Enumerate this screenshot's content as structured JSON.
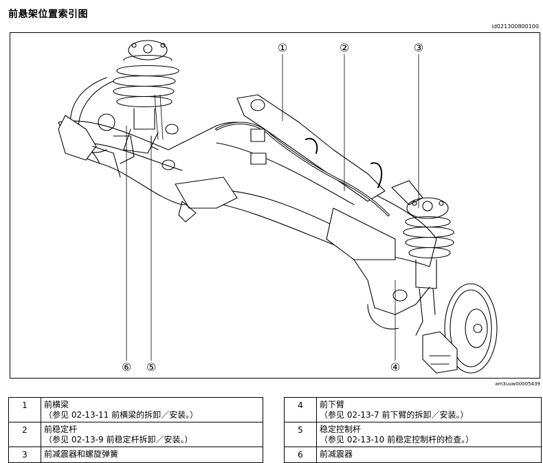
{
  "header": {
    "title": "前悬架位置索引图",
    "doc_id": "id021300800100"
  },
  "figure": {
    "image_id": "am3uuw00005439",
    "callouts": [
      "①",
      "②",
      "③",
      "④",
      "⑤",
      "⑥"
    ]
  },
  "parts": {
    "left": [
      {
        "num": "1",
        "name": "前横梁",
        "ref": "（参见 02-13-11 前横梁的拆卸／安装。）"
      },
      {
        "num": "2",
        "name": "前稳定杆",
        "ref": "（参见 02-13-9 前稳定杆拆卸／安装。）"
      },
      {
        "num": "3",
        "name": "前减震器和螺旋弹簧",
        "ref": ""
      }
    ],
    "right": [
      {
        "num": "4",
        "name": "前下臂",
        "ref": "（参见 02-13-7 前下臂的拆卸／安装。）"
      },
      {
        "num": "5",
        "name": "稳定控制杆",
        "ref": "（参见 02-13-10 前稳定控制杆的检查。）"
      },
      {
        "num": "6",
        "name": "前减震器",
        "ref": ""
      }
    ]
  }
}
